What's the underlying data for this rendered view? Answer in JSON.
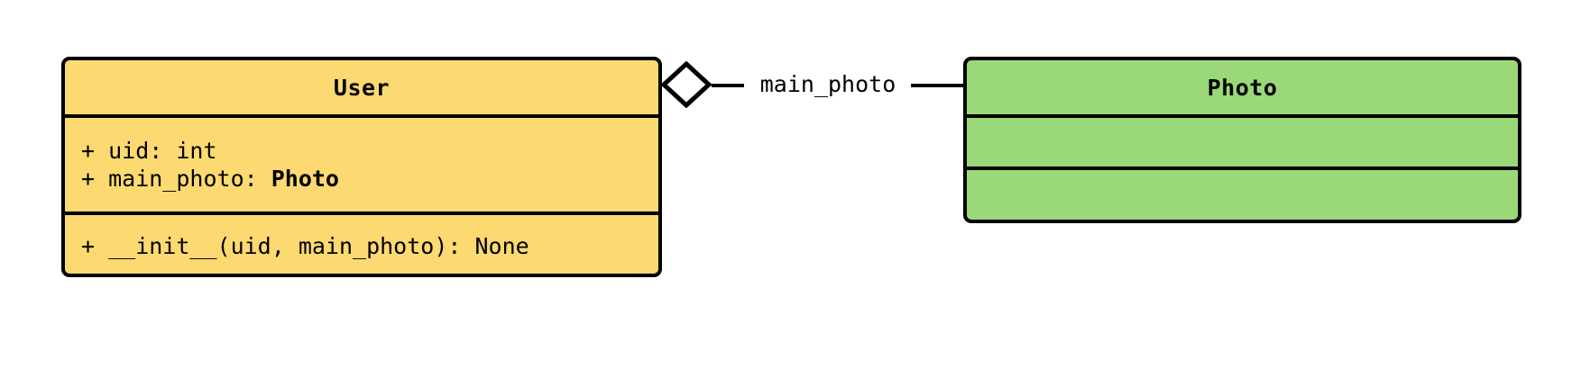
{
  "diagram": {
    "type": "uml-class-diagram",
    "background": "#ffffff",
    "classes": [
      {
        "name": "User",
        "fill": "#fcd971",
        "stroke": "#000000",
        "attributes": [
          {
            "visibility": "+",
            "text": "+ uid: int"
          },
          {
            "visibility": "+",
            "prefix": "+ main_photo: ",
            "type": "Photo"
          }
        ],
        "operations": [
          {
            "visibility": "+",
            "text": "+ __init__(uid, main_photo): None"
          }
        ]
      },
      {
        "name": "Photo",
        "fill": "#9ad87a",
        "stroke": "#000000",
        "attributes": [],
        "operations": []
      }
    ],
    "relationships": [
      {
        "kind": "aggregation",
        "source": "User",
        "target": "Photo",
        "label": "main_photo",
        "diamond": "hollow",
        "diamond_fill": "#ffffff"
      }
    ]
  }
}
